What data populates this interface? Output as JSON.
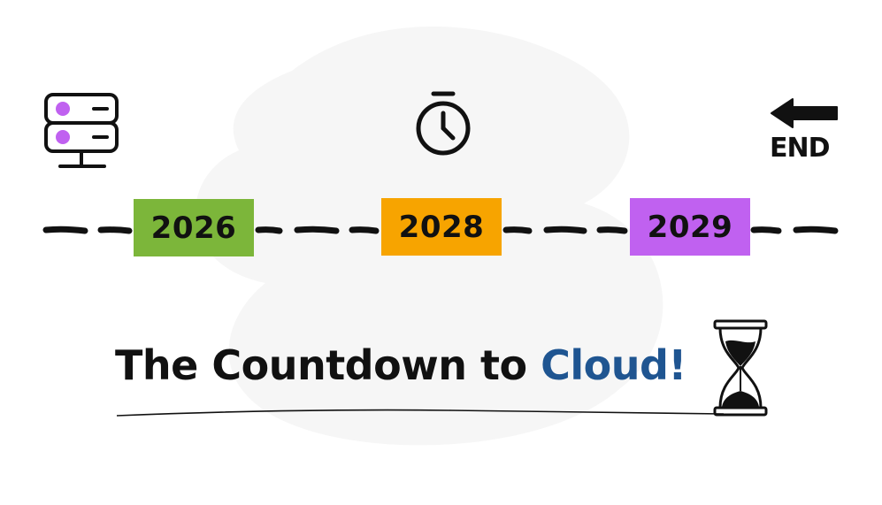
{
  "timeline": {
    "years": [
      "2026",
      "2028",
      "2029"
    ],
    "year_colors": [
      "#7cb63a",
      "#f7a400",
      "#c061f0"
    ],
    "end_label": "END"
  },
  "title": {
    "text": "The Countdown to ",
    "accent": "Cloud!",
    "accent_color": "#1f5591"
  },
  "icons": {
    "start": "server-icon",
    "middle": "stopwatch-icon",
    "end": "left-arrow-icon",
    "title": "hourglass-icon",
    "server_led_color": "#c061f0"
  }
}
